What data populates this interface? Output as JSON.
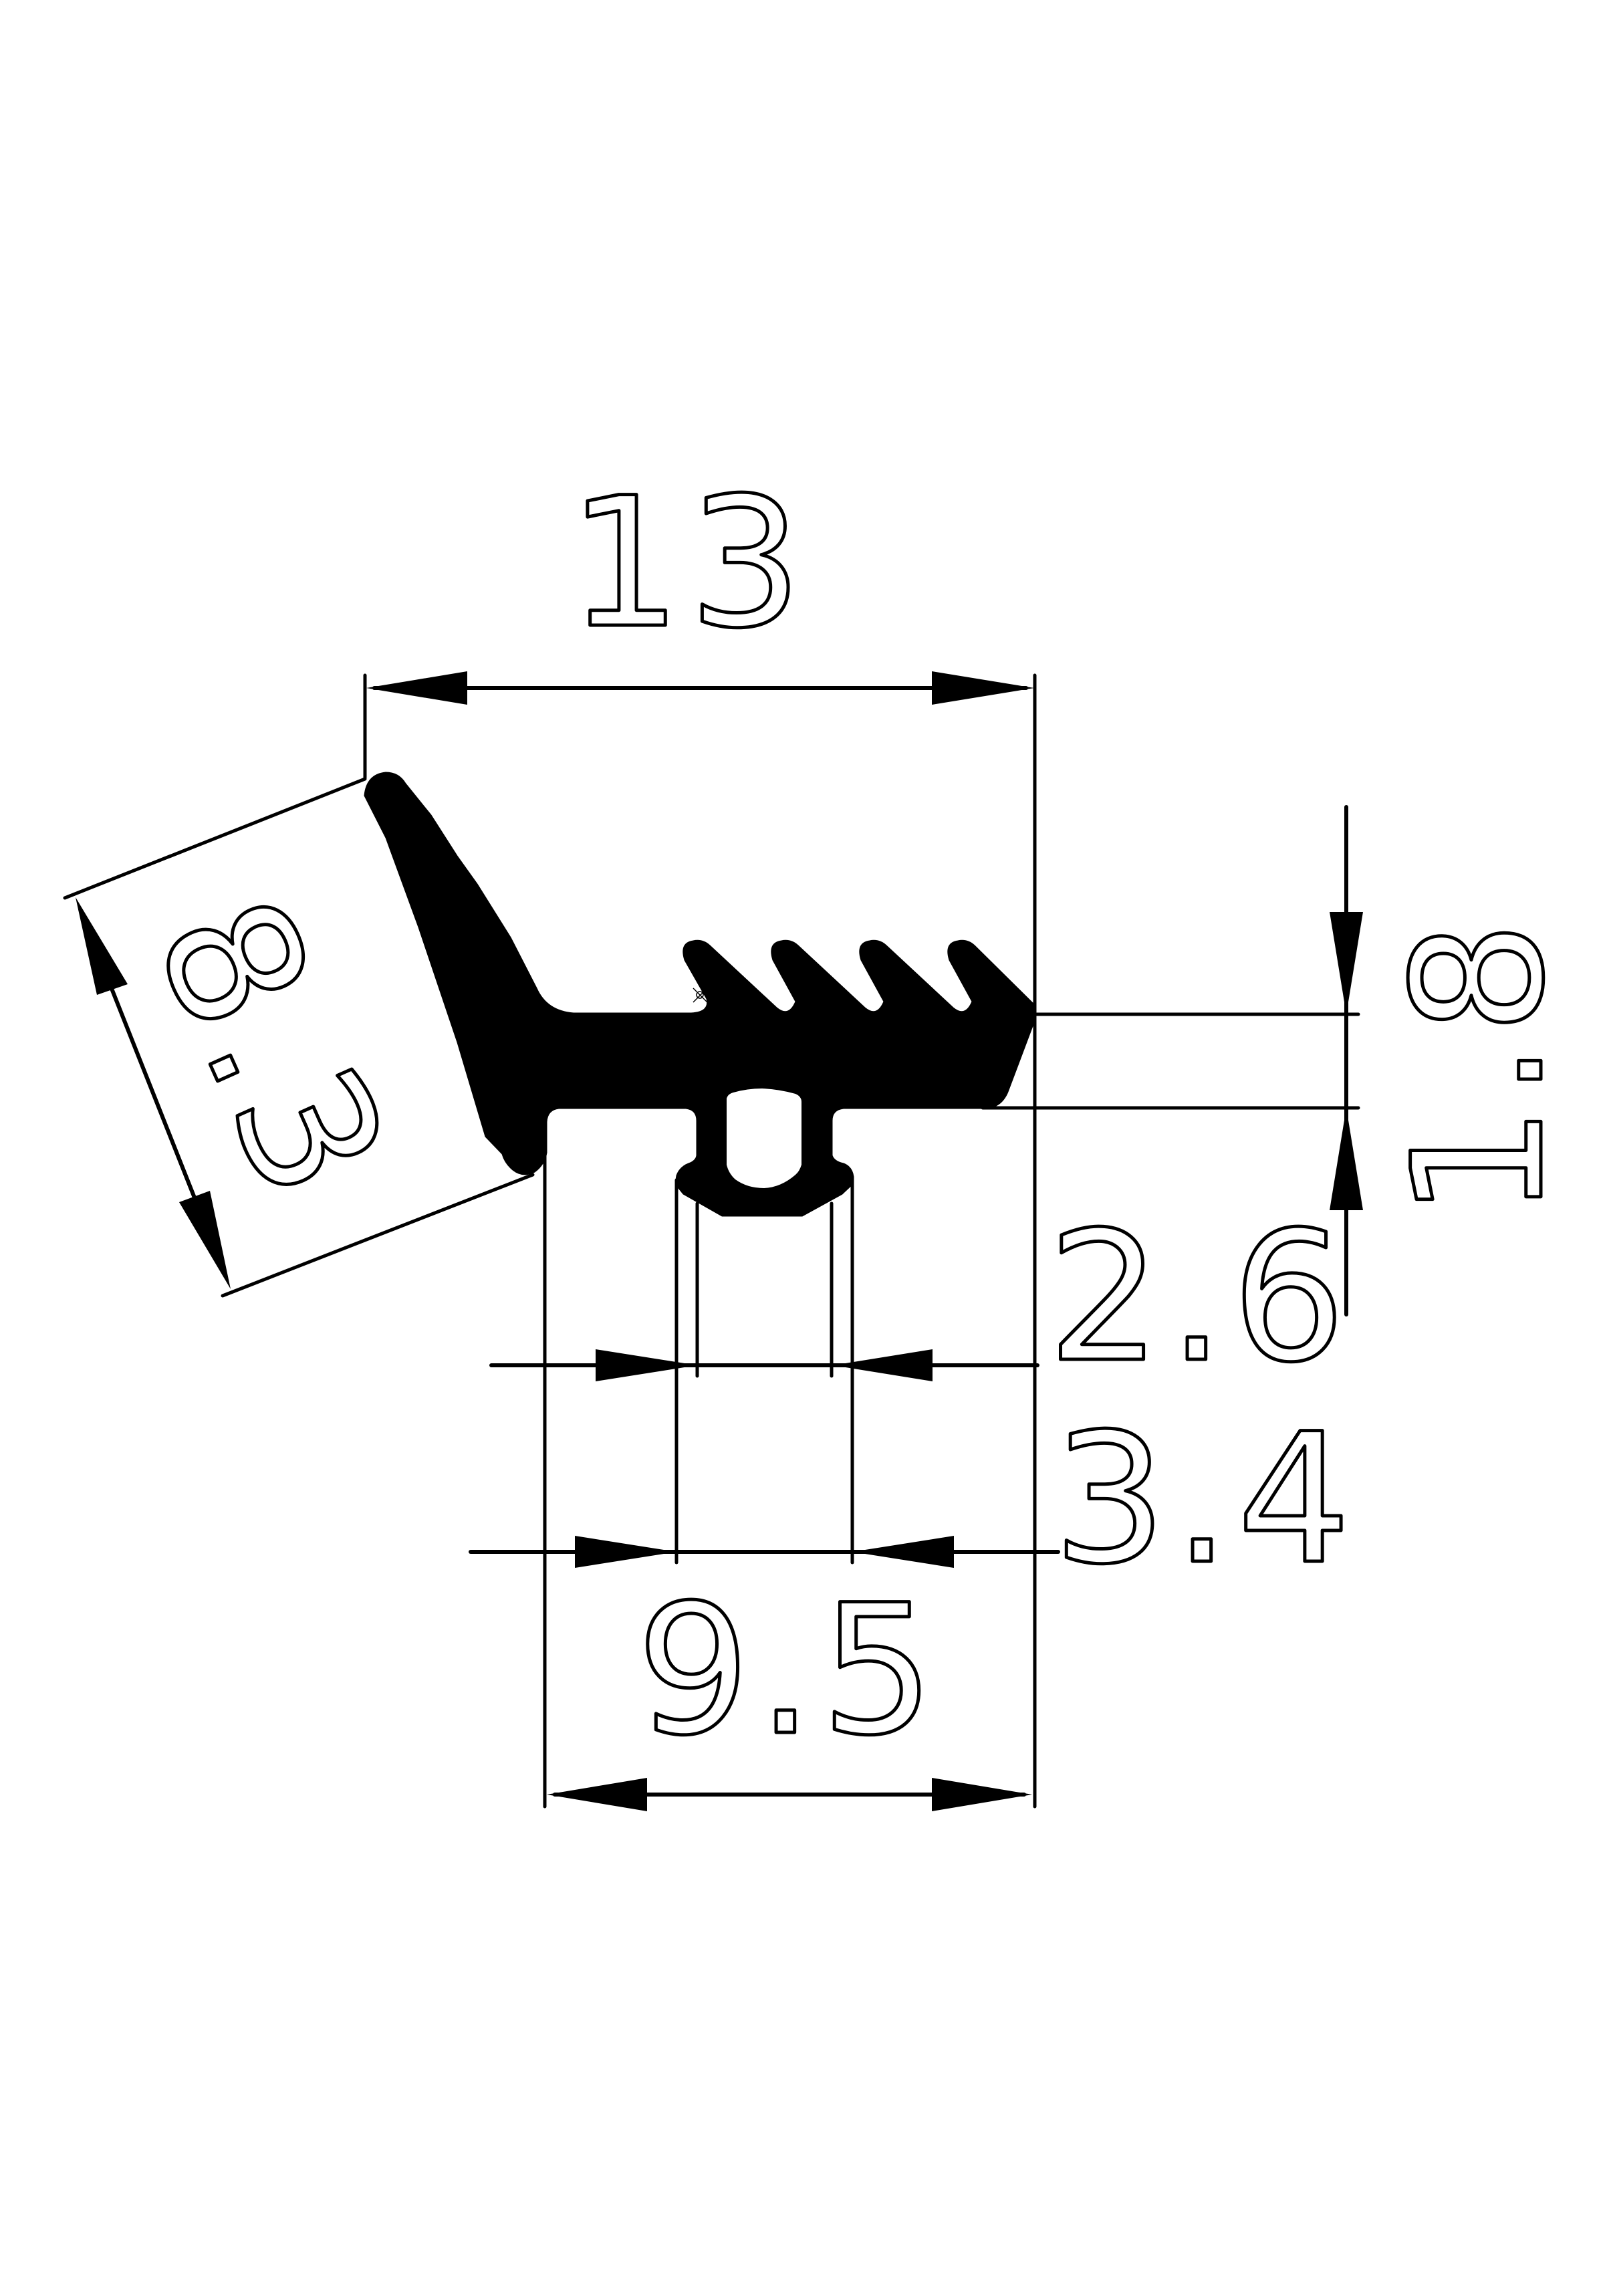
{
  "drawing": {
    "type": "rubber seal profile cross-section",
    "colors": {
      "profile_fill": "#000000",
      "line": "#000000",
      "background": "#ffffff"
    }
  },
  "dimensions": {
    "overall_width": {
      "label": "13",
      "orientation": "horizontal",
      "position": "top"
    },
    "lip_length": {
      "label": "8.3",
      "orientation": "angled",
      "position": "left"
    },
    "base_thickness": {
      "label": "1.8",
      "orientation": "vertical",
      "position": "right"
    },
    "bulb_inner_width": {
      "label": "2.6",
      "orientation": "horizontal",
      "position": "right-middle"
    },
    "bulb_outer_width": {
      "label": "3.4",
      "orientation": "horizontal",
      "position": "right-lower"
    },
    "base_width": {
      "label": "9.5",
      "orientation": "horizontal",
      "position": "bottom"
    }
  },
  "features": {
    "fin_count": 4,
    "lip": "angled sealing lip on left",
    "bulb": "hollow anchoring bulb under base"
  }
}
